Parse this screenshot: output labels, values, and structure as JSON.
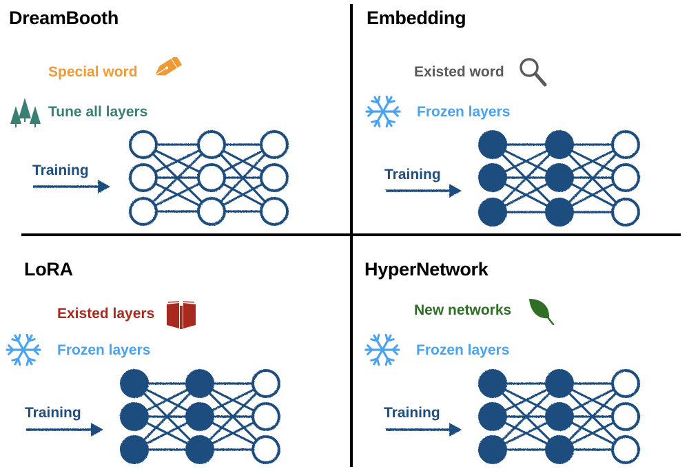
{
  "colors": {
    "network": "#1f4e7e",
    "frozen": "#4aa3f0",
    "special": "#f09a35",
    "tune": "#3a7f73",
    "existed_word": "#5a5a5a",
    "existed_layers": "#a8291d",
    "new_networks": "#2e6e25",
    "divider": "#000000"
  },
  "quadrants": [
    {
      "id": "dreambooth",
      "title": "DreamBooth",
      "primary": {
        "text": "Special word",
        "icon": "pen-nib-icon",
        "color_key": "special"
      },
      "secondary": {
        "text": "Tune all layers",
        "icon": "trees-icon",
        "color_key": "tune"
      },
      "training_label": "Training",
      "layers_filled": [
        false,
        false,
        false
      ]
    },
    {
      "id": "embedding",
      "title": "Embedding",
      "primary": {
        "text": "Existed word",
        "icon": "magnifier-icon",
        "color_key": "existed_word"
      },
      "secondary": {
        "text": "Frozen layers",
        "icon": "snowflake-icon",
        "color_key": "frozen"
      },
      "training_label": "Training",
      "layers_filled": [
        true,
        true,
        false
      ]
    },
    {
      "id": "lora",
      "title": "LoRA",
      "primary": {
        "text": "Existed layers",
        "icon": "book-icon",
        "color_key": "existed_layers"
      },
      "secondary": {
        "text": "Frozen layers",
        "icon": "snowflake-icon",
        "color_key": "frozen"
      },
      "training_label": "Training",
      "layers_filled": [
        true,
        true,
        false
      ]
    },
    {
      "id": "hypernetwork",
      "title": "HyperNetwork",
      "primary": {
        "text": "New networks",
        "icon": "leaf-icon",
        "color_key": "new_networks"
      },
      "secondary": {
        "text": "Frozen layers",
        "icon": "snowflake-icon",
        "color_key": "frozen"
      },
      "training_label": "Training",
      "layers_filled": [
        true,
        true,
        false
      ]
    }
  ]
}
